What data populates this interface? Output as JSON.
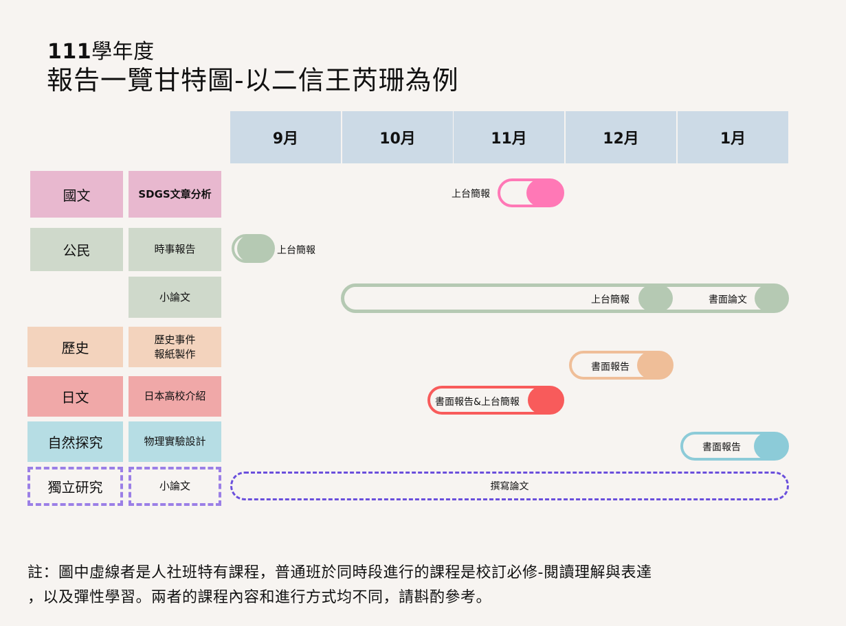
{
  "header": {
    "year_number": "111",
    "year_suffix": "學年度",
    "title": "報告一覽甘特圖-以二信王芮珊為例"
  },
  "months": [
    "9月",
    "10月",
    "11月",
    "12月",
    "1月"
  ],
  "rows": [
    {
      "subject": "國文",
      "project": "SDGS文章分析",
      "color": "#e8b8cf"
    },
    {
      "subject": "公民",
      "project": "時事報告",
      "color": "#cfd9cb"
    },
    {
      "subject": "",
      "project": "小論文",
      "color": "#cfd9cb"
    },
    {
      "subject": "歷史",
      "project_line1": "歷史事件",
      "project_line2": "報紙製作",
      "color": "#f3d3bd"
    },
    {
      "subject": "日文",
      "project": "日本高校介紹",
      "color": "#f0a8a8"
    },
    {
      "subject": "自然探究",
      "project": "物理實驗設計",
      "color": "#b6dde4"
    },
    {
      "subject": "獨立研究",
      "project": "小論文",
      "color": "#9b7fe6",
      "style": "dashed"
    }
  ],
  "tasks": [
    {
      "row": "國文",
      "label": "上台簡報",
      "color": "#ff78b6"
    },
    {
      "row": "公民-時事報告",
      "label": "上台簡報",
      "color": "#b5c9b3"
    },
    {
      "row": "公民-小論文",
      "milestones": [
        "上台簡報",
        "書面論文"
      ],
      "color": "#b5c9b3"
    },
    {
      "row": "歷史",
      "label": "書面報告",
      "color": "#efbe98"
    },
    {
      "row": "日文",
      "label": "書面報告&上台簡報",
      "color": "#f85b5b"
    },
    {
      "row": "自然探究",
      "label": "書面報告",
      "color": "#8ccbd8"
    },
    {
      "row": "獨立研究",
      "label": "撰寫論文",
      "color": "#6a4fdc",
      "style": "dashed"
    }
  ],
  "note": {
    "line1": "註：圖中虛線者是人社班特有課程，普通班於同時段進行的課程是校訂必修-閱讀理解與表達",
    "line2": "，以及彈性學習。兩者的課程內容和進行方式均不同，請斟酌參考。"
  }
}
